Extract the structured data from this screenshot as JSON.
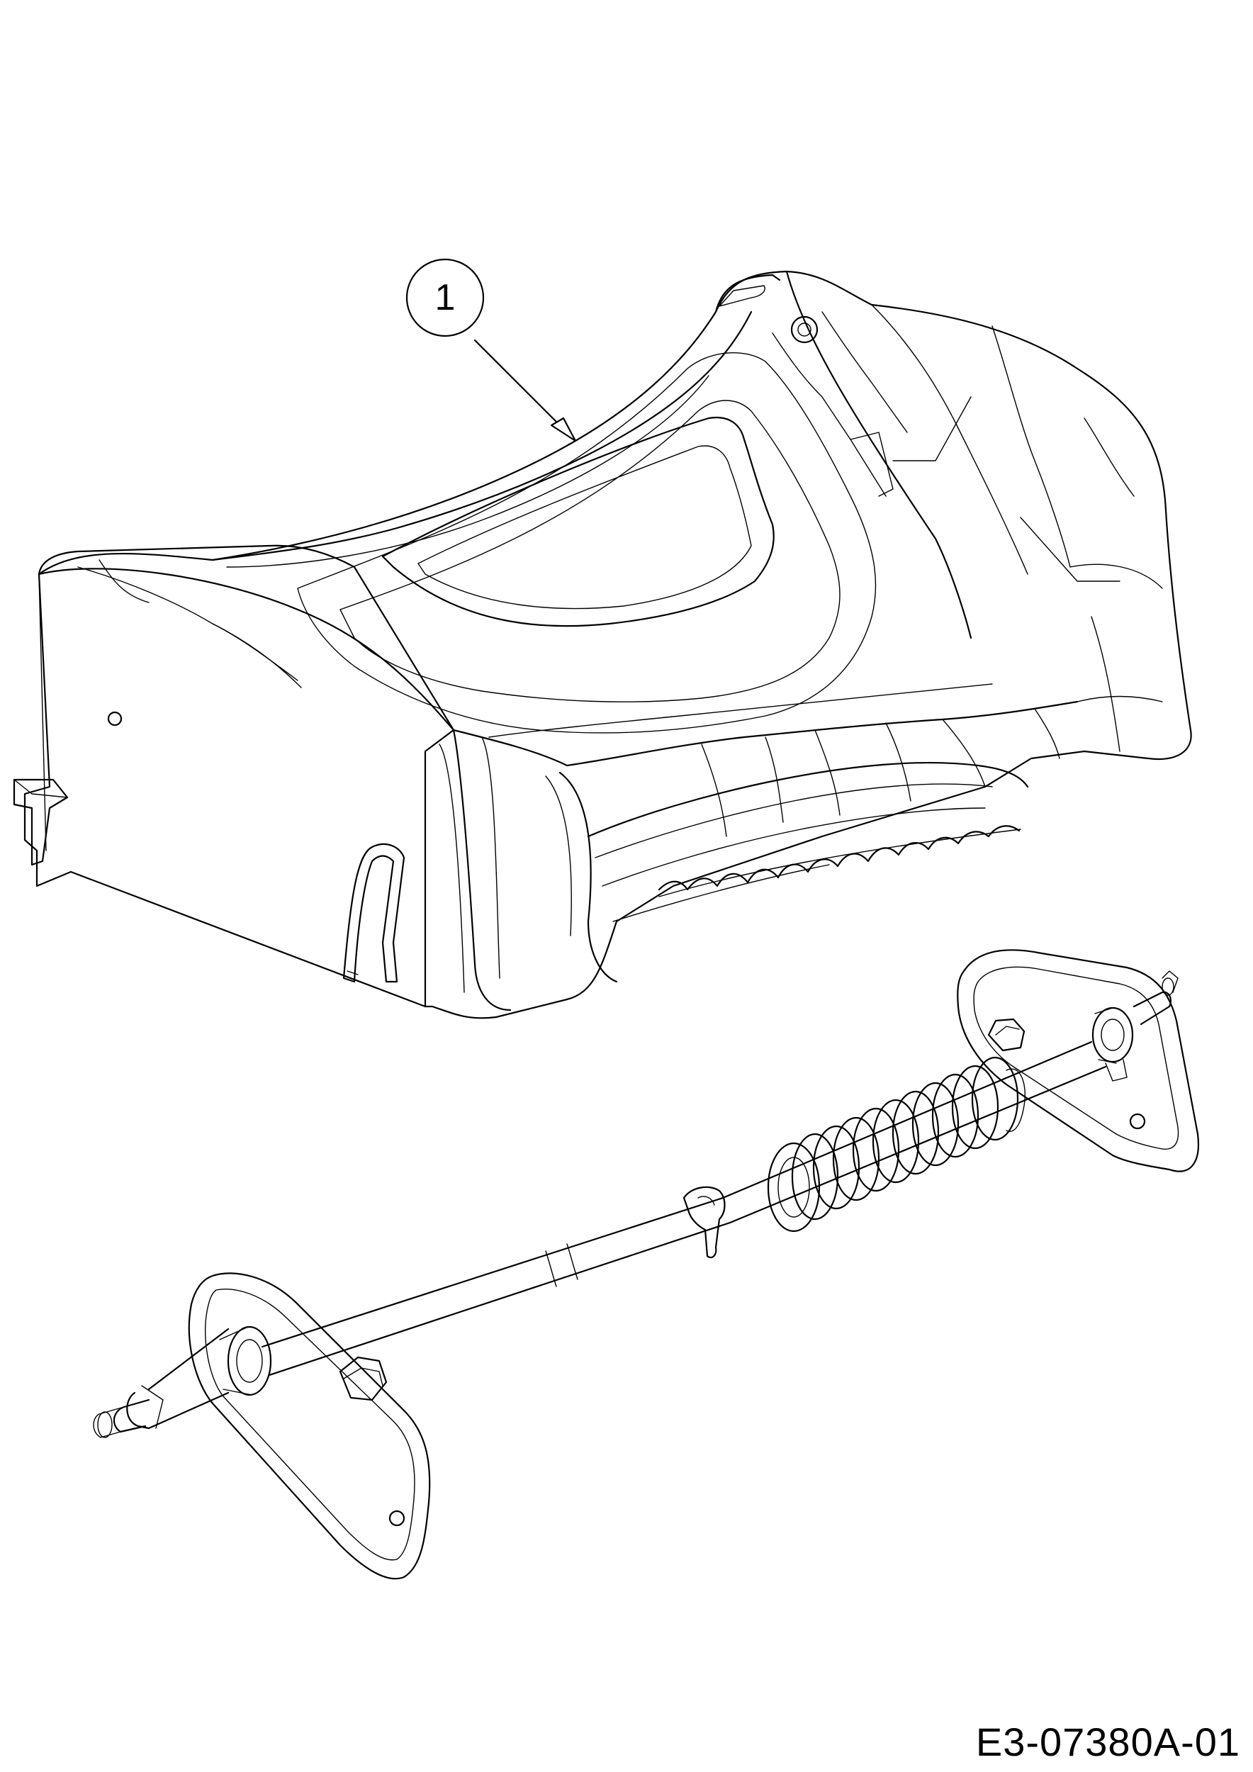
{
  "diagram": {
    "callouts": [
      {
        "number": "1",
        "part": "cover"
      }
    ],
    "drawing_code": "E3-07380A-01"
  }
}
